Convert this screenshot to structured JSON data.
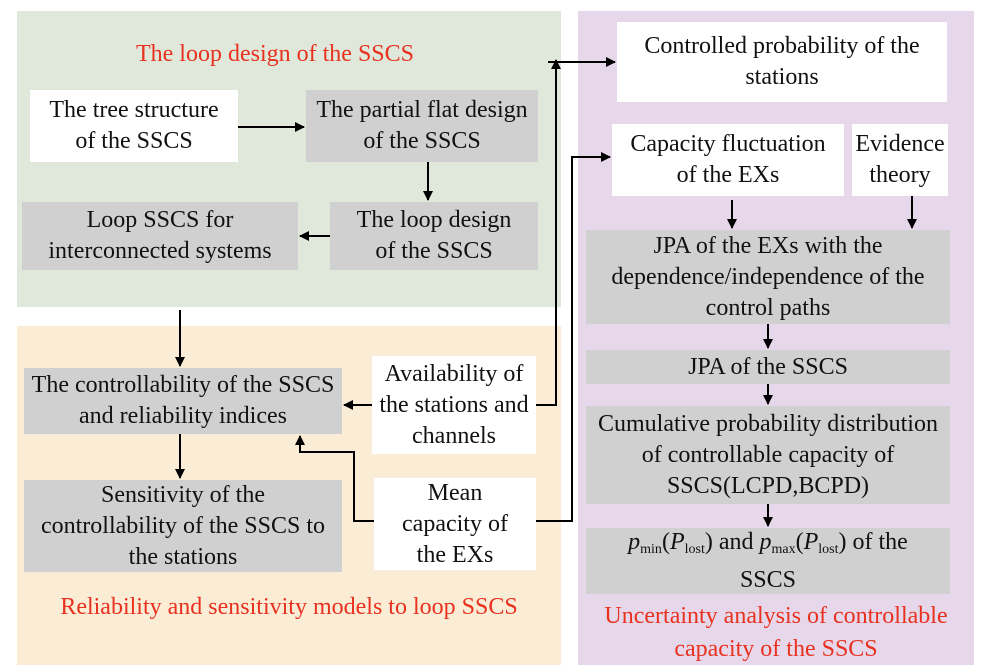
{
  "colors": {
    "green_region": "#dfe8da",
    "orange_region": "#fbecd6",
    "purple_region": "#e6d8ea",
    "gray_box": "#d0d0d0",
    "title_red": "#e8311f"
  },
  "regions": {
    "loop_design": {
      "title": "The loop design of the SSCS",
      "boxes": {
        "tree_structure": "The tree structure of the SSCS",
        "partial_flat": "The partial flat design of the SSCS",
        "loop_design": "The loop design of the SSCS",
        "loop_interconnected": "Loop SSCS for interconnected systems"
      }
    },
    "reliability": {
      "title": "Reliability and sensitivity models to loop SSCS",
      "boxes": {
        "controllability": "The controllability of the SSCS and reliability indices",
        "sensitivity": "Sensitivity of the controllability of the SSCS to the stations",
        "availability": "Availability of the stations and channels",
        "mean_capacity": "Mean capacity of the EXs"
      }
    },
    "uncertainty": {
      "title": "Uncertainty analysis of controllable capacity of the SSCS",
      "boxes": {
        "controlled_probability": "Controlled probability of the stations",
        "capacity_fluctuation": "Capacity fluctuation of the EXs",
        "evidence_theory": "Evidence theory",
        "jpa_exs": "JPA of the EXs with the dependence/independence of the control paths",
        "jpa_sscs": "JPA of the SSCS",
        "cumulative": "Cumulative probability distribution of controllable capacity of SSCS(LCPD,BCPD)",
        "pmin_pmax": {
          "p": "p",
          "min": "min",
          "max": "max",
          "P": "P",
          "lost": "lost",
          "and": "and",
          "of_the": "of the",
          "sscs": "SSCS"
        }
      }
    }
  }
}
